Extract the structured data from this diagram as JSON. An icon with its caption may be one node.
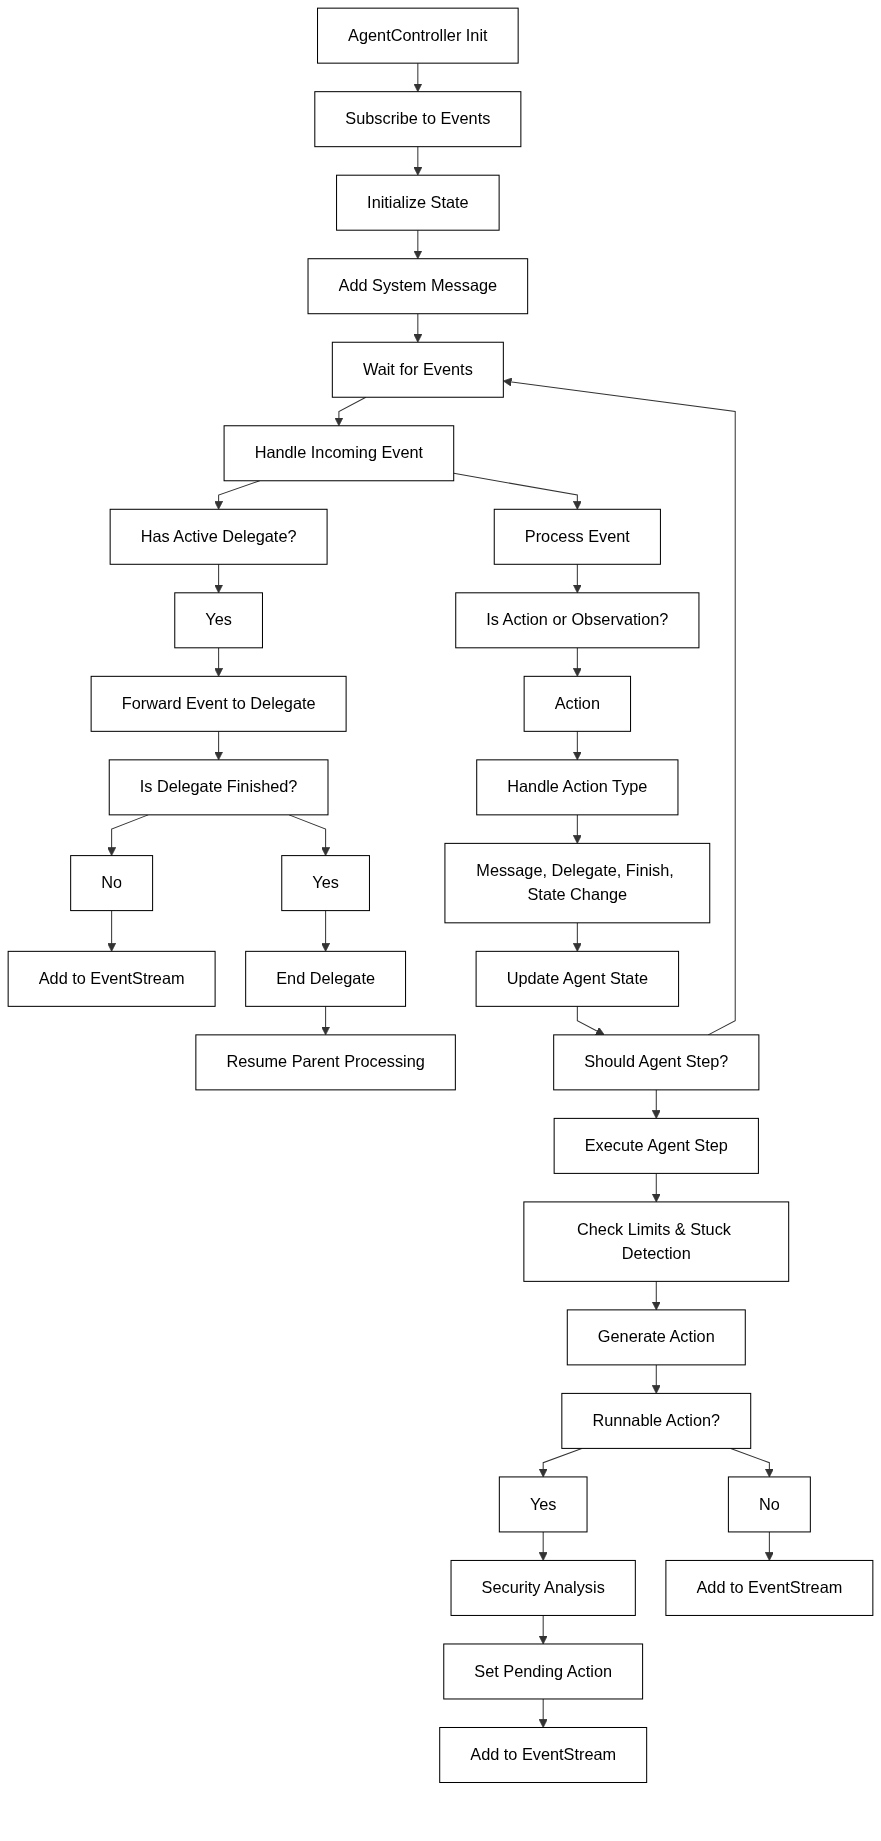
{
  "diagram": {
    "nodes": [
      {
        "text": [
          "AgentController Init"
        ]
      },
      {
        "text": [
          "Subscribe to Events"
        ]
      },
      {
        "text": [
          "Initialize State"
        ]
      },
      {
        "text": [
          "Add System Message"
        ]
      },
      {
        "text": [
          "Wait for Events"
        ]
      },
      {
        "text": [
          "Handle Incoming Event"
        ]
      },
      {
        "text": [
          "Has Active Delegate?"
        ]
      },
      {
        "text": [
          "Process Event"
        ]
      },
      {
        "text": [
          "Yes"
        ]
      },
      {
        "text": [
          "Forward Event to Delegate"
        ]
      },
      {
        "text": [
          "Is Delegate Finished?"
        ]
      },
      {
        "text": [
          "No"
        ]
      },
      {
        "text": [
          "Yes"
        ]
      },
      {
        "text": [
          "Add to EventStream"
        ]
      },
      {
        "text": [
          "End Delegate"
        ]
      },
      {
        "text": [
          "Resume Parent Processing"
        ]
      },
      {
        "text": [
          "Is Action or Observation?"
        ]
      },
      {
        "text": [
          "Action"
        ]
      },
      {
        "text": [
          "Handle Action Type"
        ]
      },
      {
        "text": [
          "Message, Delegate, Finish, State Change"
        ]
      },
      {
        "text": [
          "Update Agent State"
        ]
      },
      {
        "text": [
          "Should Agent Step?"
        ]
      },
      {
        "text": [
          "Execute Agent Step"
        ]
      },
      {
        "text": [
          "Check Limits & Stuck Detection"
        ]
      },
      {
        "text": [
          "Generate Action"
        ]
      },
      {
        "text": [
          "Runnable Action?"
        ]
      },
      {
        "text": [
          "Yes"
        ]
      },
      {
        "text": [
          "No"
        ]
      },
      {
        "text": [
          "Security Analysis"
        ]
      },
      {
        "text": [
          "Add to EventStream"
        ]
      },
      {
        "text": [
          "Set Pending Action"
        ]
      },
      {
        "text": [
          "Add to EventStream"
        ]
      }
    ],
    "edges": [
      {
        "from": 0,
        "to": 1,
        "arrow": "to"
      },
      {
        "from": 1,
        "to": 2,
        "arrow": "to"
      },
      {
        "from": 2,
        "to": 3,
        "arrow": "to"
      },
      {
        "from": 3,
        "to": 4,
        "arrow": "to"
      },
      {
        "from": 4,
        "to": 5,
        "arrow": "to"
      },
      {
        "from": 5,
        "to": 6,
        "arrow": "to"
      },
      {
        "from": 5,
        "to": 7,
        "arrow": "to"
      },
      {
        "from": 6,
        "to": 8,
        "arrow": "to"
      },
      {
        "from": 8,
        "to": 9,
        "arrow": "to"
      },
      {
        "from": 9,
        "to": 10,
        "arrow": "to"
      },
      {
        "from": 10,
        "to": 11,
        "arrow": "to"
      },
      {
        "from": 10,
        "to": 12,
        "arrow": "to"
      },
      {
        "from": 11,
        "to": 13,
        "arrow": "to"
      },
      {
        "from": 12,
        "to": 14,
        "arrow": "to"
      },
      {
        "from": 14,
        "to": 15,
        "arrow": "to"
      },
      {
        "from": 7,
        "to": 16,
        "arrow": "to"
      },
      {
        "from": 16,
        "to": 17,
        "arrow": "to"
      },
      {
        "from": 17,
        "to": 18,
        "arrow": "to"
      },
      {
        "from": 18,
        "to": 19,
        "arrow": "to"
      },
      {
        "from": 19,
        "to": 20,
        "arrow": "to"
      },
      {
        "from": 20,
        "to": 21,
        "arrow": "to"
      },
      {
        "from": 21,
        "to": 4,
        "arrow": "to"
      },
      {
        "from": 21,
        "to": 22,
        "arrow": "to"
      },
      {
        "from": 22,
        "to": 23,
        "arrow": "to"
      },
      {
        "from": 23,
        "to": 24,
        "arrow": "to"
      },
      {
        "from": 24,
        "to": 25,
        "arrow": "to"
      },
      {
        "from": 25,
        "to": 26,
        "arrow": "to"
      },
      {
        "from": 25,
        "to": 27,
        "arrow": "to"
      },
      {
        "from": 26,
        "to": 28,
        "arrow": "to"
      },
      {
        "from": 27,
        "to": 29,
        "arrow": "to"
      },
      {
        "from": 28,
        "to": 30,
        "arrow": "to"
      },
      {
        "from": 30,
        "to": 31,
        "arrow": "to"
      }
    ]
  }
}
